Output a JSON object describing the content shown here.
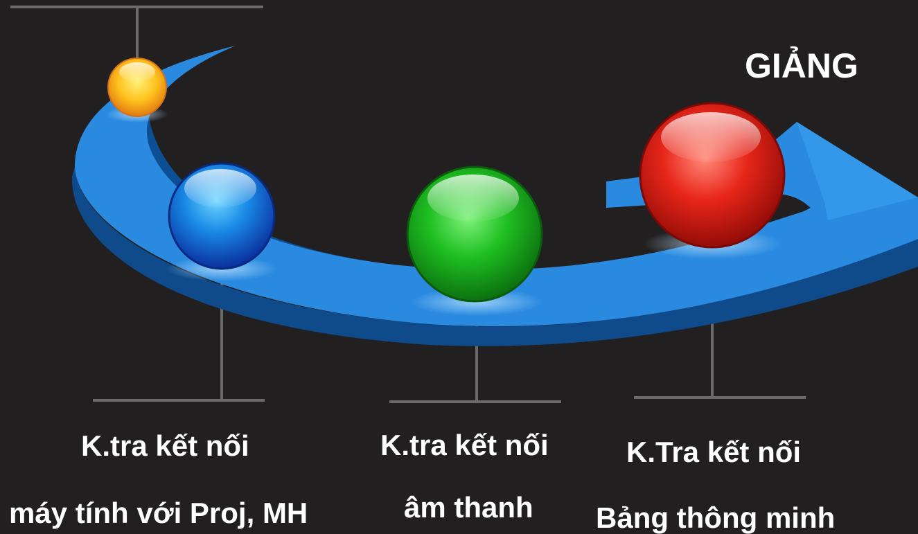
{
  "title": "GIẢNG",
  "steps": [
    {
      "line1": "K.tra kết nối",
      "line2": "máy tính với Proj, MH",
      "ball_color": "#1565d8"
    },
    {
      "line1": "K.tra kết nối",
      "line2": "âm thanh",
      "ball_color": "#19b21a"
    },
    {
      "line1": "K.Tra kết nối",
      "line2": "Bảng thông minh",
      "ball_color": "#e01e10"
    }
  ],
  "small_ball_color": "#f5a81c",
  "arrow_color": "#2a8ae0"
}
